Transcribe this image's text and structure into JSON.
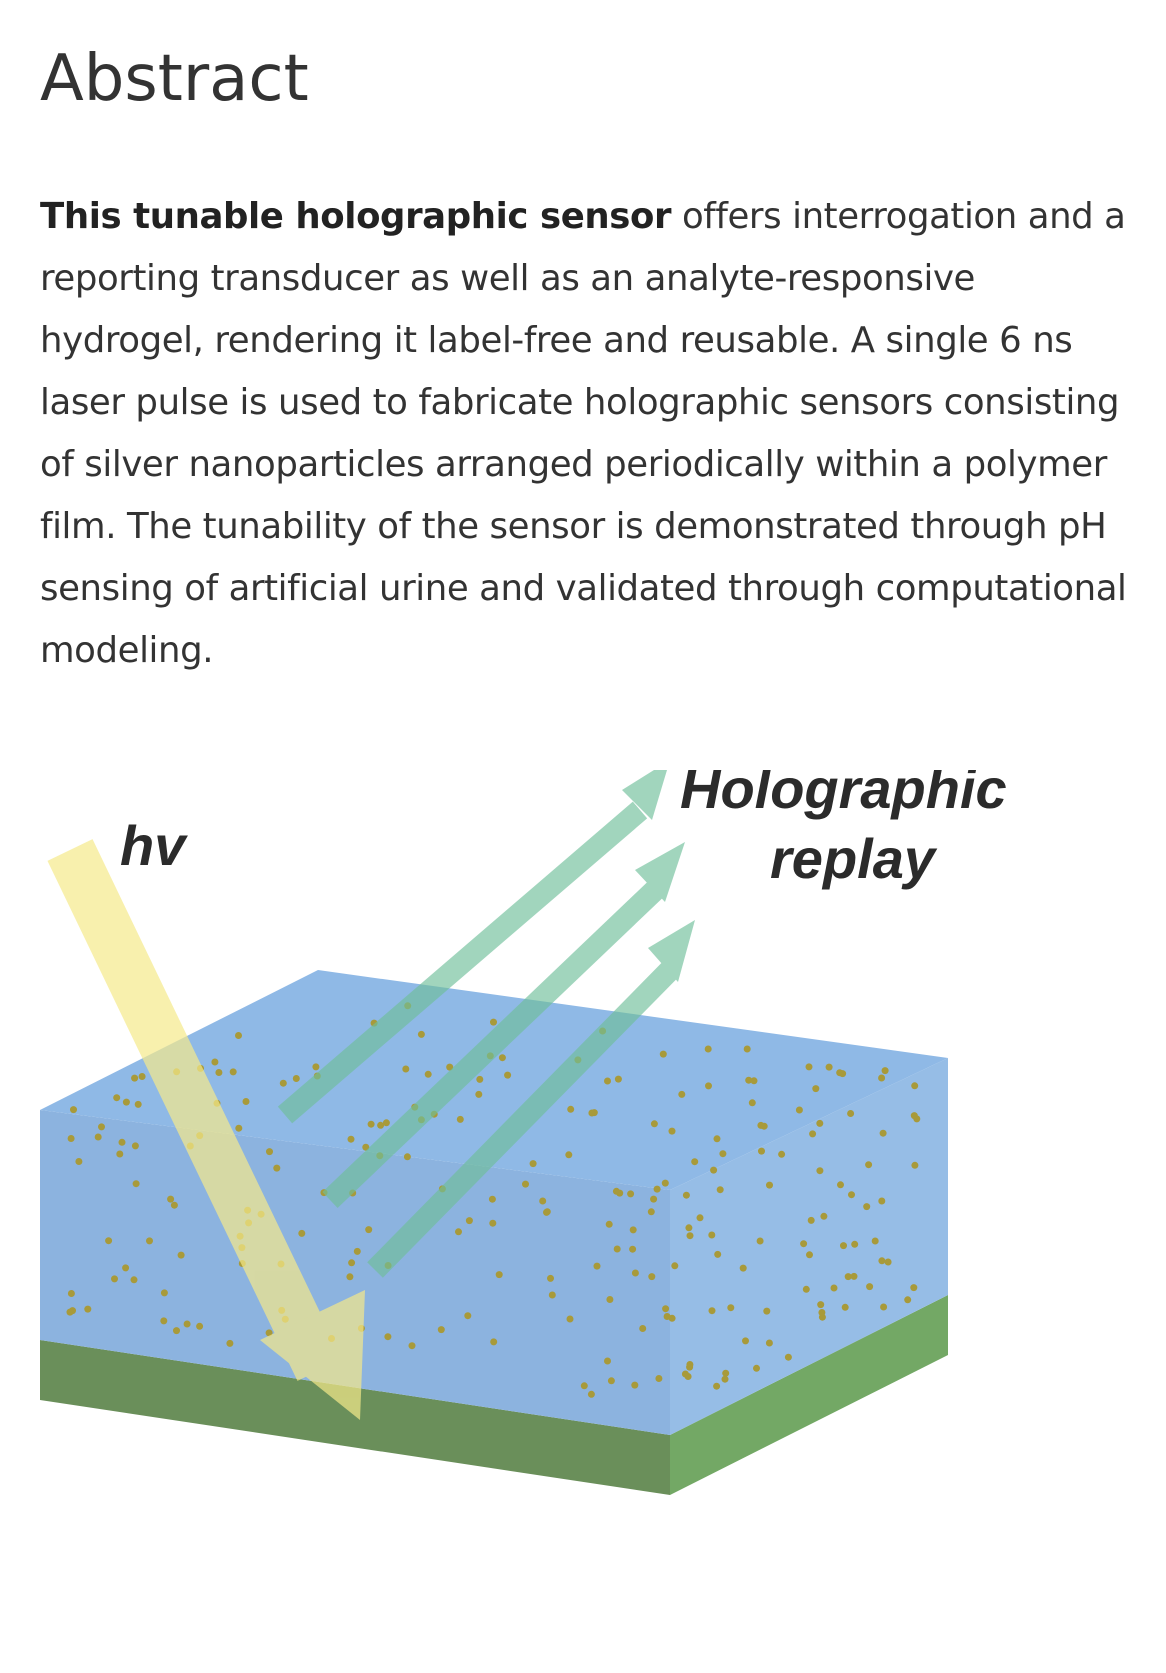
{
  "heading": "Abstract",
  "abstract": {
    "lead": "This tunable holographic sensor",
    "body": " offers interrogation and a reporting transducer as well as an analyte-responsive hydrogel, rendering it label-free and reusable. A single 6 ns laser pulse is used to fabricate holographic sensors consisting of silver nanoparticles arranged periodically within a polymer film. The tunability of the sensor is demonstrated through pH sensing of artificial urine and validated through computational modeling."
  },
  "figure": {
    "incident_label": "hv",
    "replay_label_line1": "Holographic",
    "replay_label_line2": "replay",
    "colors": {
      "hydrogel": "#8db6e2",
      "substrate": "#6a9a5e",
      "incident": "#f5e98a",
      "replay": "#6fbf9a",
      "particle": "#a89a3a"
    }
  }
}
